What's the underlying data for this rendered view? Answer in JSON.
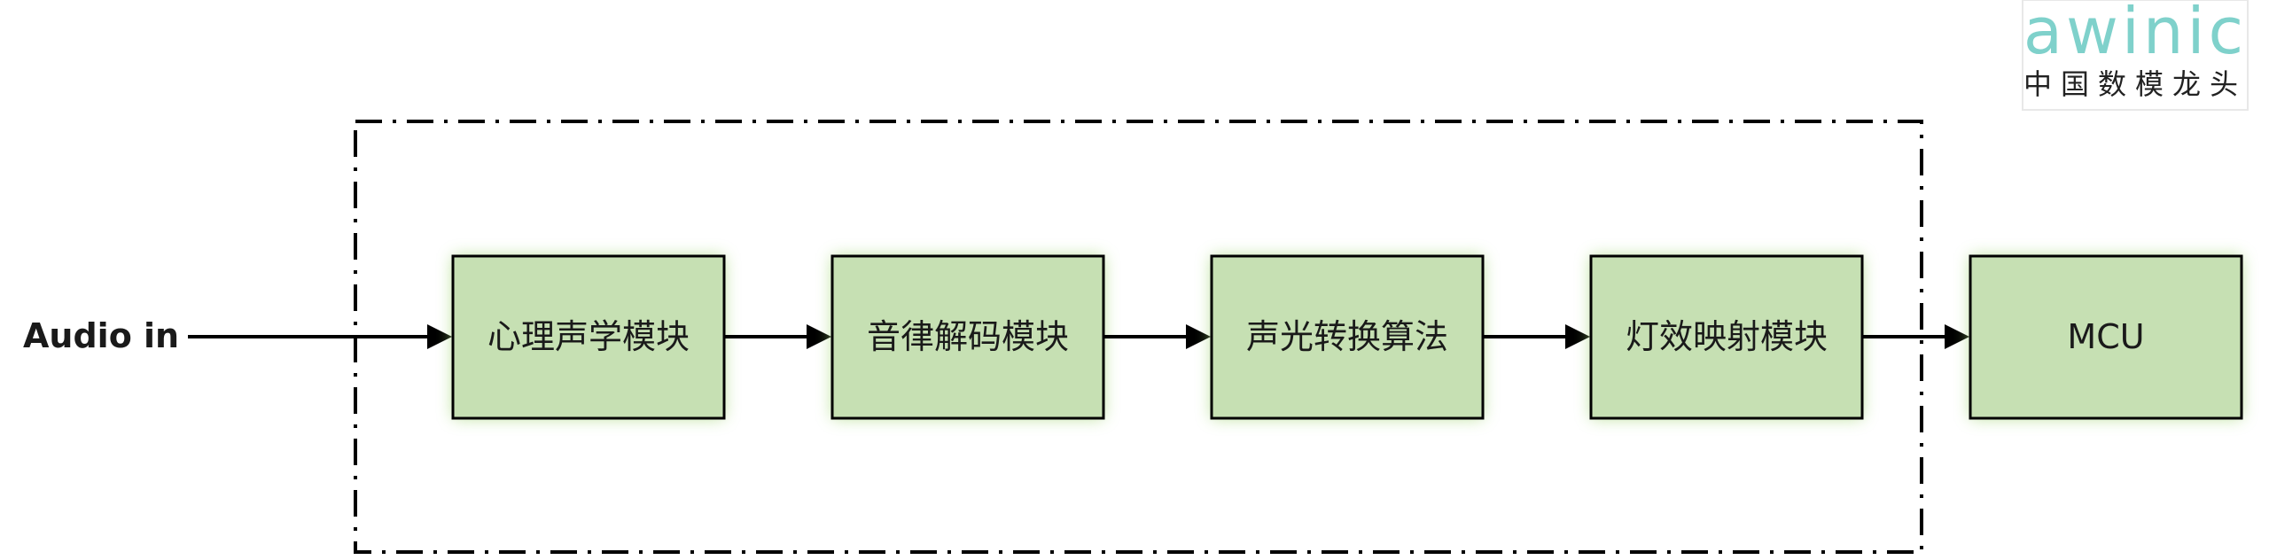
{
  "input_label": "Audio in",
  "blocks": [
    {
      "id": "psychoacoustic",
      "label": "心理声学模块"
    },
    {
      "id": "rhythm-decode",
      "label": "音律解码模块"
    },
    {
      "id": "sound-light",
      "label": "声光转换算法"
    },
    {
      "id": "light-map",
      "label": "灯效映射模块"
    },
    {
      "id": "mcu",
      "label": "MCU"
    }
  ],
  "logo": {
    "brand": "awinic",
    "tagline": "中国数模龙头"
  },
  "colors": {
    "block_fill": "#c6e0b3",
    "block_glow": "#a6d97a",
    "stroke": "#000000",
    "logo_brand": "#7fd1cb",
    "logo_tagline": "#222222"
  }
}
